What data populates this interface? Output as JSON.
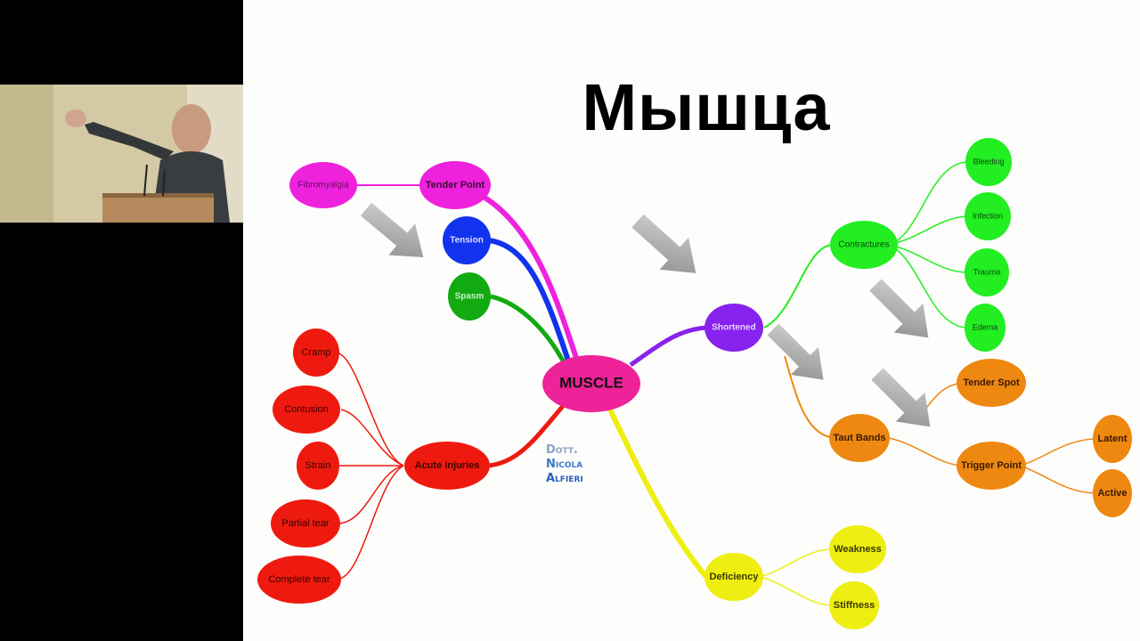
{
  "slide": {
    "title": "Мышца",
    "watermark": [
      "Dott.",
      "Nicola",
      "Alfieri"
    ]
  },
  "mindmap": {
    "center": "MUSCLE",
    "nodes": {
      "fibromyalgia": "Fibromyalgia",
      "tender_point": "Tender Point",
      "tension": "Tension",
      "spasm": "Spasm",
      "acute_injuries": "Acute injuries",
      "cramp": "Cramp",
      "contusion": "Contusion",
      "strain": "Strain",
      "partial_tear": "Partial tear",
      "complete_tear": "Complete tear",
      "shortened": "Shortened",
      "contractures": "Contractures",
      "bleeding": "Bleeding",
      "infection": "Infection",
      "trauma": "Trauma",
      "edema": "Edema",
      "taut_bands": "Taut Bands",
      "tender_spot": "Tender Spot",
      "trigger_point": "Trigger Point",
      "latent": "Latent",
      "active": "Active",
      "deficiency": "Deficiency",
      "weakness": "Weakness",
      "stiffness": "Stiffness"
    },
    "colors": {
      "magenta": "#ee22dd",
      "blue": "#1133ee",
      "green_dark": "#11aa11",
      "red": "#ee1a0f",
      "purple": "#8822ee",
      "green": "#22ee22",
      "orange": "#ee8811",
      "yellow": "#eeee11",
      "center": "#ee2299",
      "arrow": "#999999"
    }
  }
}
